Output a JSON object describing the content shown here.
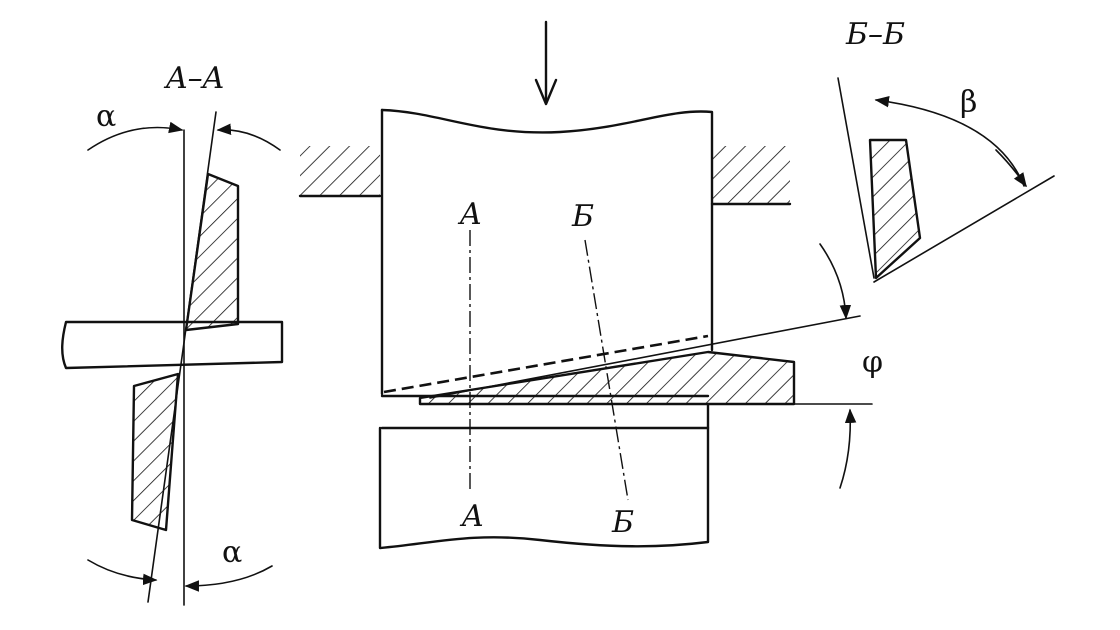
{
  "diagram": {
    "section_labels": {
      "left_title": "A–A",
      "right_title": "Б–Б",
      "cut_a_top": "A",
      "cut_a_bottom": "A",
      "cut_b_top": "Б",
      "cut_b_bottom": "Б"
    },
    "angles": {
      "alpha_top": "α",
      "alpha_bottom": "α",
      "phi": "φ",
      "beta": "β"
    }
  }
}
